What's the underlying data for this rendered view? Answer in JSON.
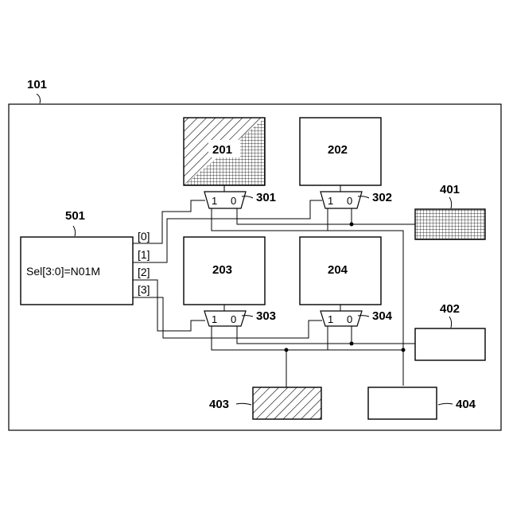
{
  "system": {
    "label": "101"
  },
  "controller": {
    "label": "501",
    "text": "Sel[3:0]=N01M"
  },
  "select_lines": [
    "[0]",
    "[1]",
    "[2]",
    "[3]"
  ],
  "blocks": [
    {
      "id": "201",
      "pattern": "diagonal-and-grid"
    },
    {
      "id": "202",
      "pattern": "none"
    },
    {
      "id": "203",
      "pattern": "none"
    },
    {
      "id": "204",
      "pattern": "none"
    }
  ],
  "muxes": [
    {
      "id": "301",
      "in1": "1",
      "in0": "0"
    },
    {
      "id": "302",
      "in1": "1",
      "in0": "0"
    },
    {
      "id": "303",
      "in1": "1",
      "in0": "0"
    },
    {
      "id": "304",
      "in1": "1",
      "in0": "0"
    }
  ],
  "outputs": [
    {
      "id": "401",
      "pattern": "grid"
    },
    {
      "id": "402",
      "pattern": "none"
    },
    {
      "id": "403",
      "pattern": "diagonal"
    },
    {
      "id": "404",
      "pattern": "none"
    }
  ]
}
